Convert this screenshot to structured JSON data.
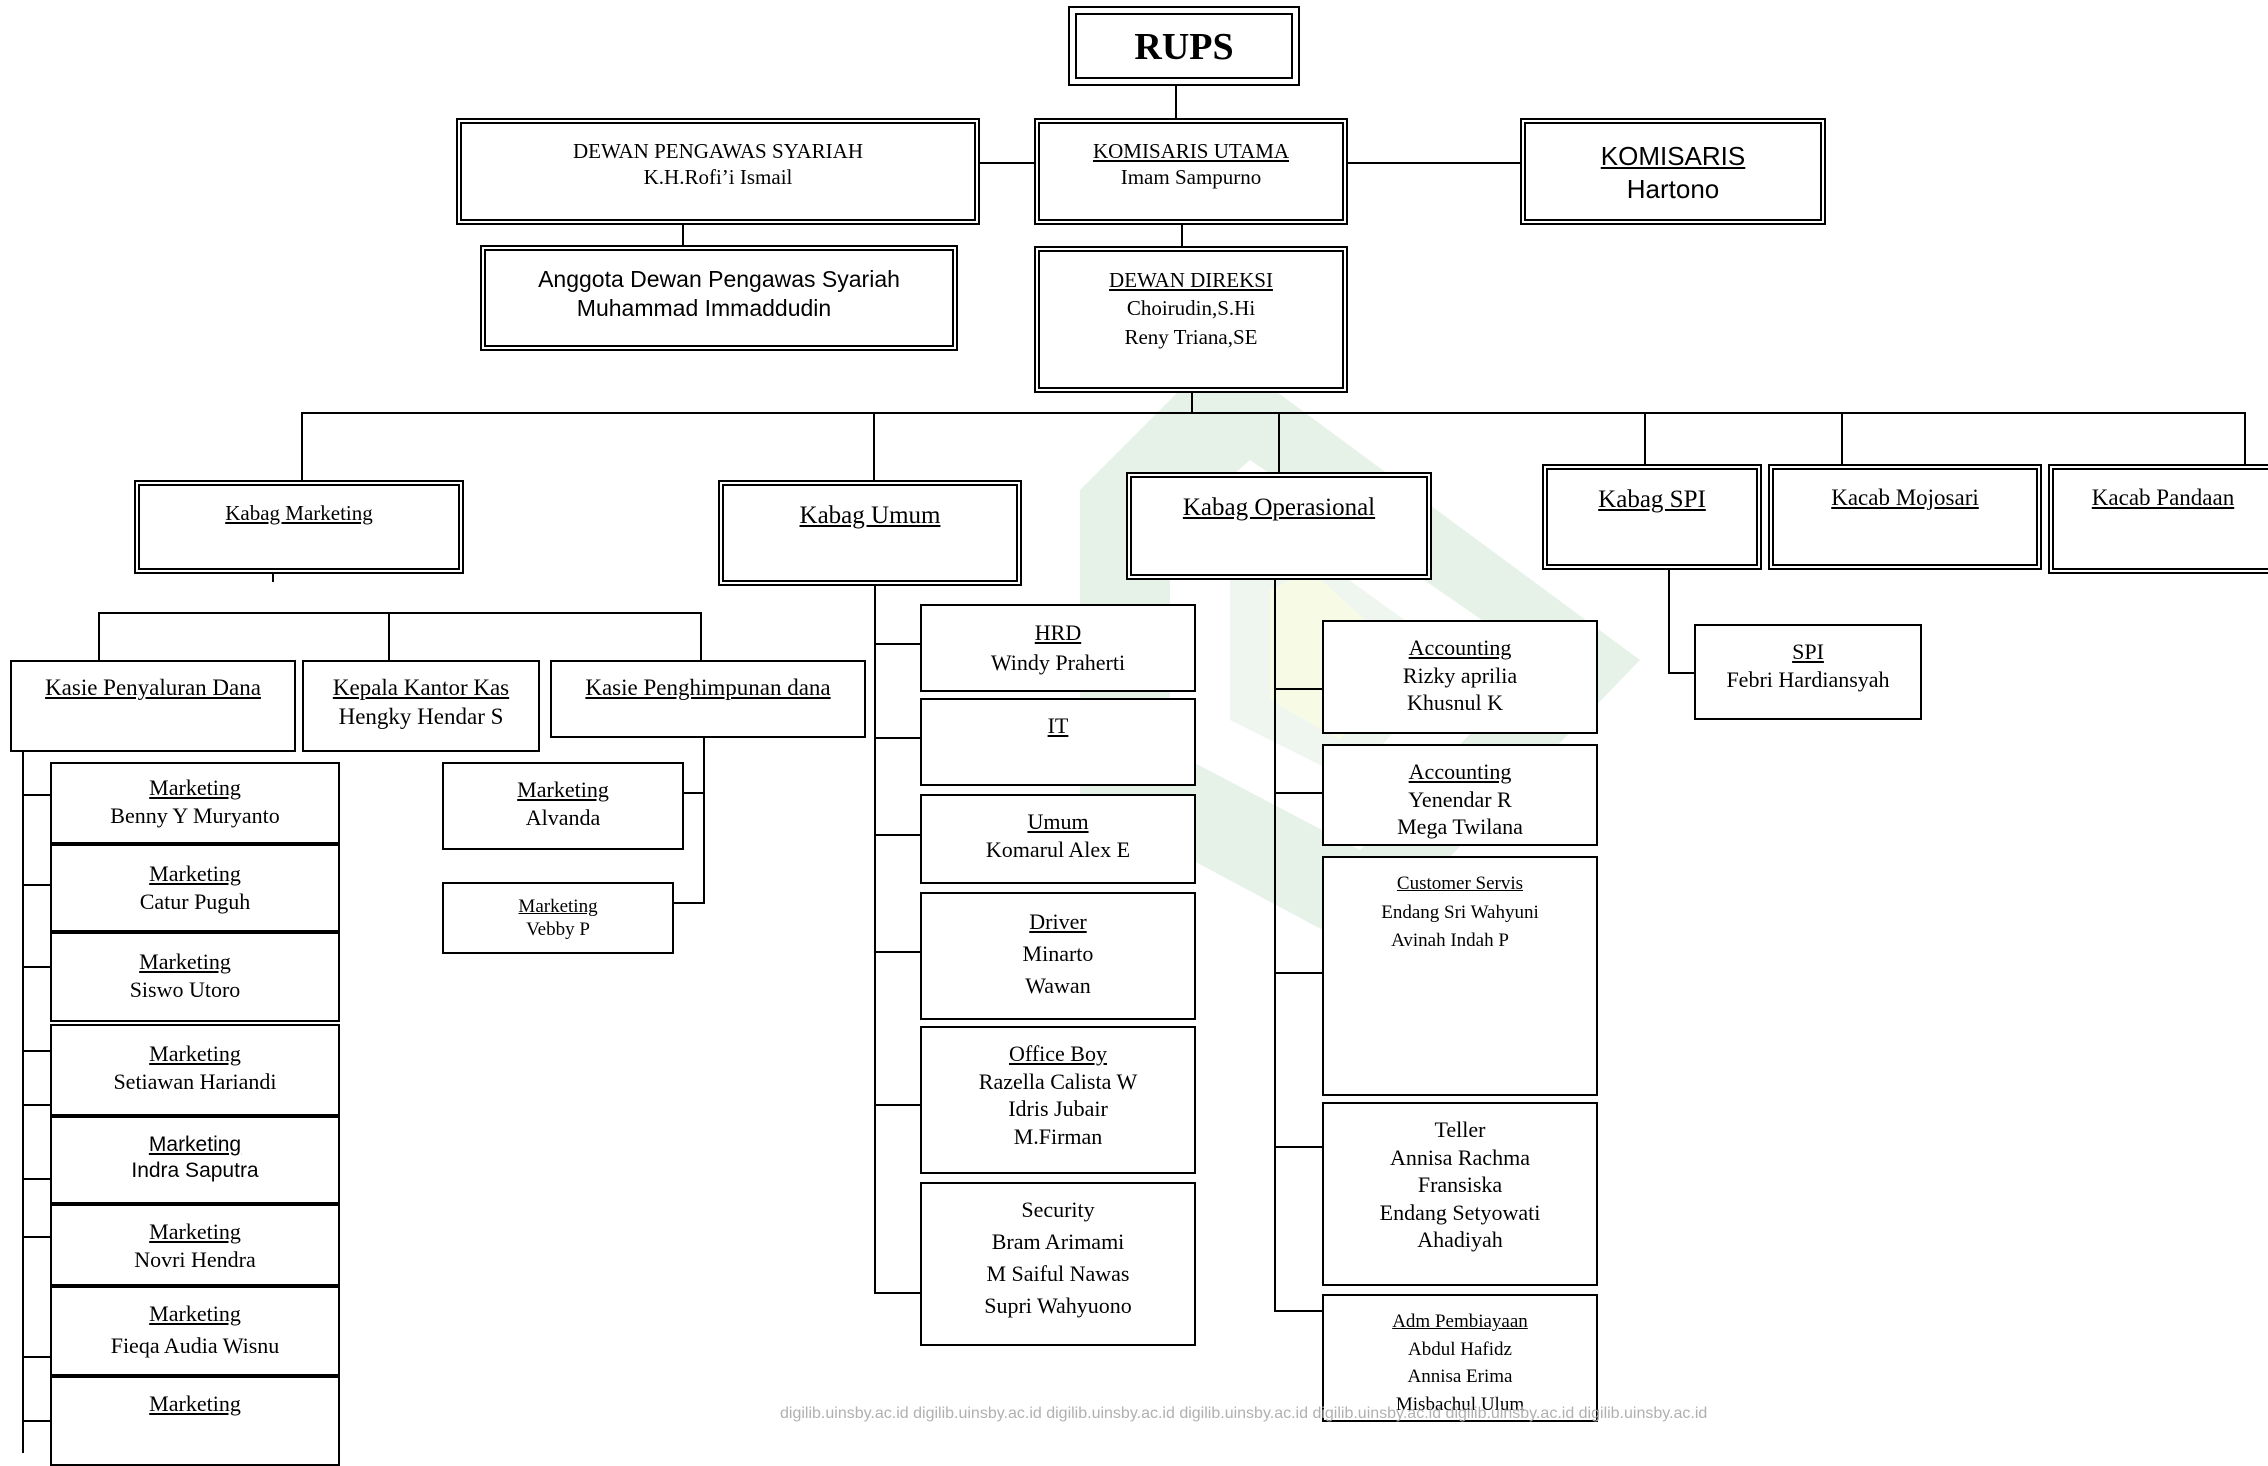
{
  "rups": {
    "title": "RUPS"
  },
  "dps": {
    "title": "DEWAN PENGAWAS SYARIAH",
    "name": "K.H.Rofi’i Ismail"
  },
  "komisaris_utama": {
    "title": "KOMISARIS UTAMA",
    "name": "Imam Sampurno"
  },
  "komisaris": {
    "title": "KOMISARIS",
    "name": "Hartono"
  },
  "anggota_dps": {
    "title": "Anggota Dewan Pengawas Syariah",
    "name": "Muhammad Immaddudin"
  },
  "direksi": {
    "title": "DEWAN  DIREKSI",
    "names": [
      "Choirudin,S.Hi",
      "Reny Triana,SE"
    ]
  },
  "kabag": {
    "marketing": "Kabag Marketing",
    "umum": "Kabag Umum",
    "operasional": "Kabag Operasional",
    "spi": "Kabag SPI",
    "mojosari": "Kacab Mojosari",
    "pandaan": "Kacab Pandaan"
  },
  "marketing_dept": {
    "kasie_penyaluran": "Kasie Penyaluran Dana",
    "kepala_kas": {
      "title": "Kepala Kantor Kas",
      "name": "Hengky Hendar S"
    },
    "kasie_penghimpunan": "Kasie Penghimpunan dana",
    "penyaluran_staff": [
      {
        "title": "Marketing",
        "name": "Benny Y Muryanto"
      },
      {
        "title": "Marketing",
        "name": "Catur Puguh"
      },
      {
        "title": "Marketing",
        "name": "Siswo Utoro"
      },
      {
        "title": "Marketing",
        "name": "Setiawan Hariandi"
      },
      {
        "title": "Marketing",
        "name": "Indra Saputra"
      },
      {
        "title": "Marketing",
        "name": "Novri Hendra"
      },
      {
        "title": "Marketing",
        "name": "Fieqa Audia Wisnu"
      },
      {
        "title": "Marketing",
        "name": ""
      }
    ],
    "penghimpunan_staff": [
      {
        "title": "Marketing",
        "name": "Alvanda"
      },
      {
        "title": "Marketing",
        "name": "Vebby P"
      }
    ]
  },
  "umum_dept": [
    {
      "title": "HRD",
      "names": [
        "Windy Praherti"
      ]
    },
    {
      "title": "IT",
      "names": []
    },
    {
      "title": "Umum",
      "names": [
        "Komarul Alex  E"
      ]
    },
    {
      "title": "Driver",
      "names": [
        "Minarto",
        "Wawan"
      ]
    },
    {
      "title": "Office  Boy",
      "names": [
        "Razella Calista W",
        "Idris Jubair",
        "M.Firman"
      ]
    },
    {
      "title": "Security",
      "names": [
        "Bram Arimami",
        "M Saiful Nawas",
        "Supri Wahyuono"
      ]
    }
  ],
  "operasional_dept": [
    {
      "title": "Accounting",
      "names": [
        "Rizky aprilia",
        "Khusnul K"
      ]
    },
    {
      "title": "Accounting",
      "names": [
        "Yenendar R",
        " Mega Twilana"
      ]
    },
    {
      "title": "Customer Servis",
      "names": [
        "Endang Sri Wahyuni",
        "Avinah Indah P"
      ]
    },
    {
      "title": "Teller",
      "names": [
        "Annisa  Rachma",
        "Fransiska",
        "Endang Setyowati",
        "Ahadiyah"
      ]
    },
    {
      "title": "Adm Pembiayaan",
      "names": [
        "Abdul Hafidz",
        "Annisa Erima",
        "Misbachul Ulum"
      ]
    }
  ],
  "spi_dept": {
    "title": "SPI",
    "name": "Febri Hardiansyah"
  },
  "footer": "digilib.uinsby.ac.id  digilib.uinsby.ac.id  digilib.uinsby.ac.id  digilib.uinsby.ac.id  digilib.uinsby.ac.id  digilib.uinsby.ac.id  digilib.uinsby.ac.id",
  "colors": {
    "watermark": "#e3efe6",
    "line": "#000000"
  }
}
